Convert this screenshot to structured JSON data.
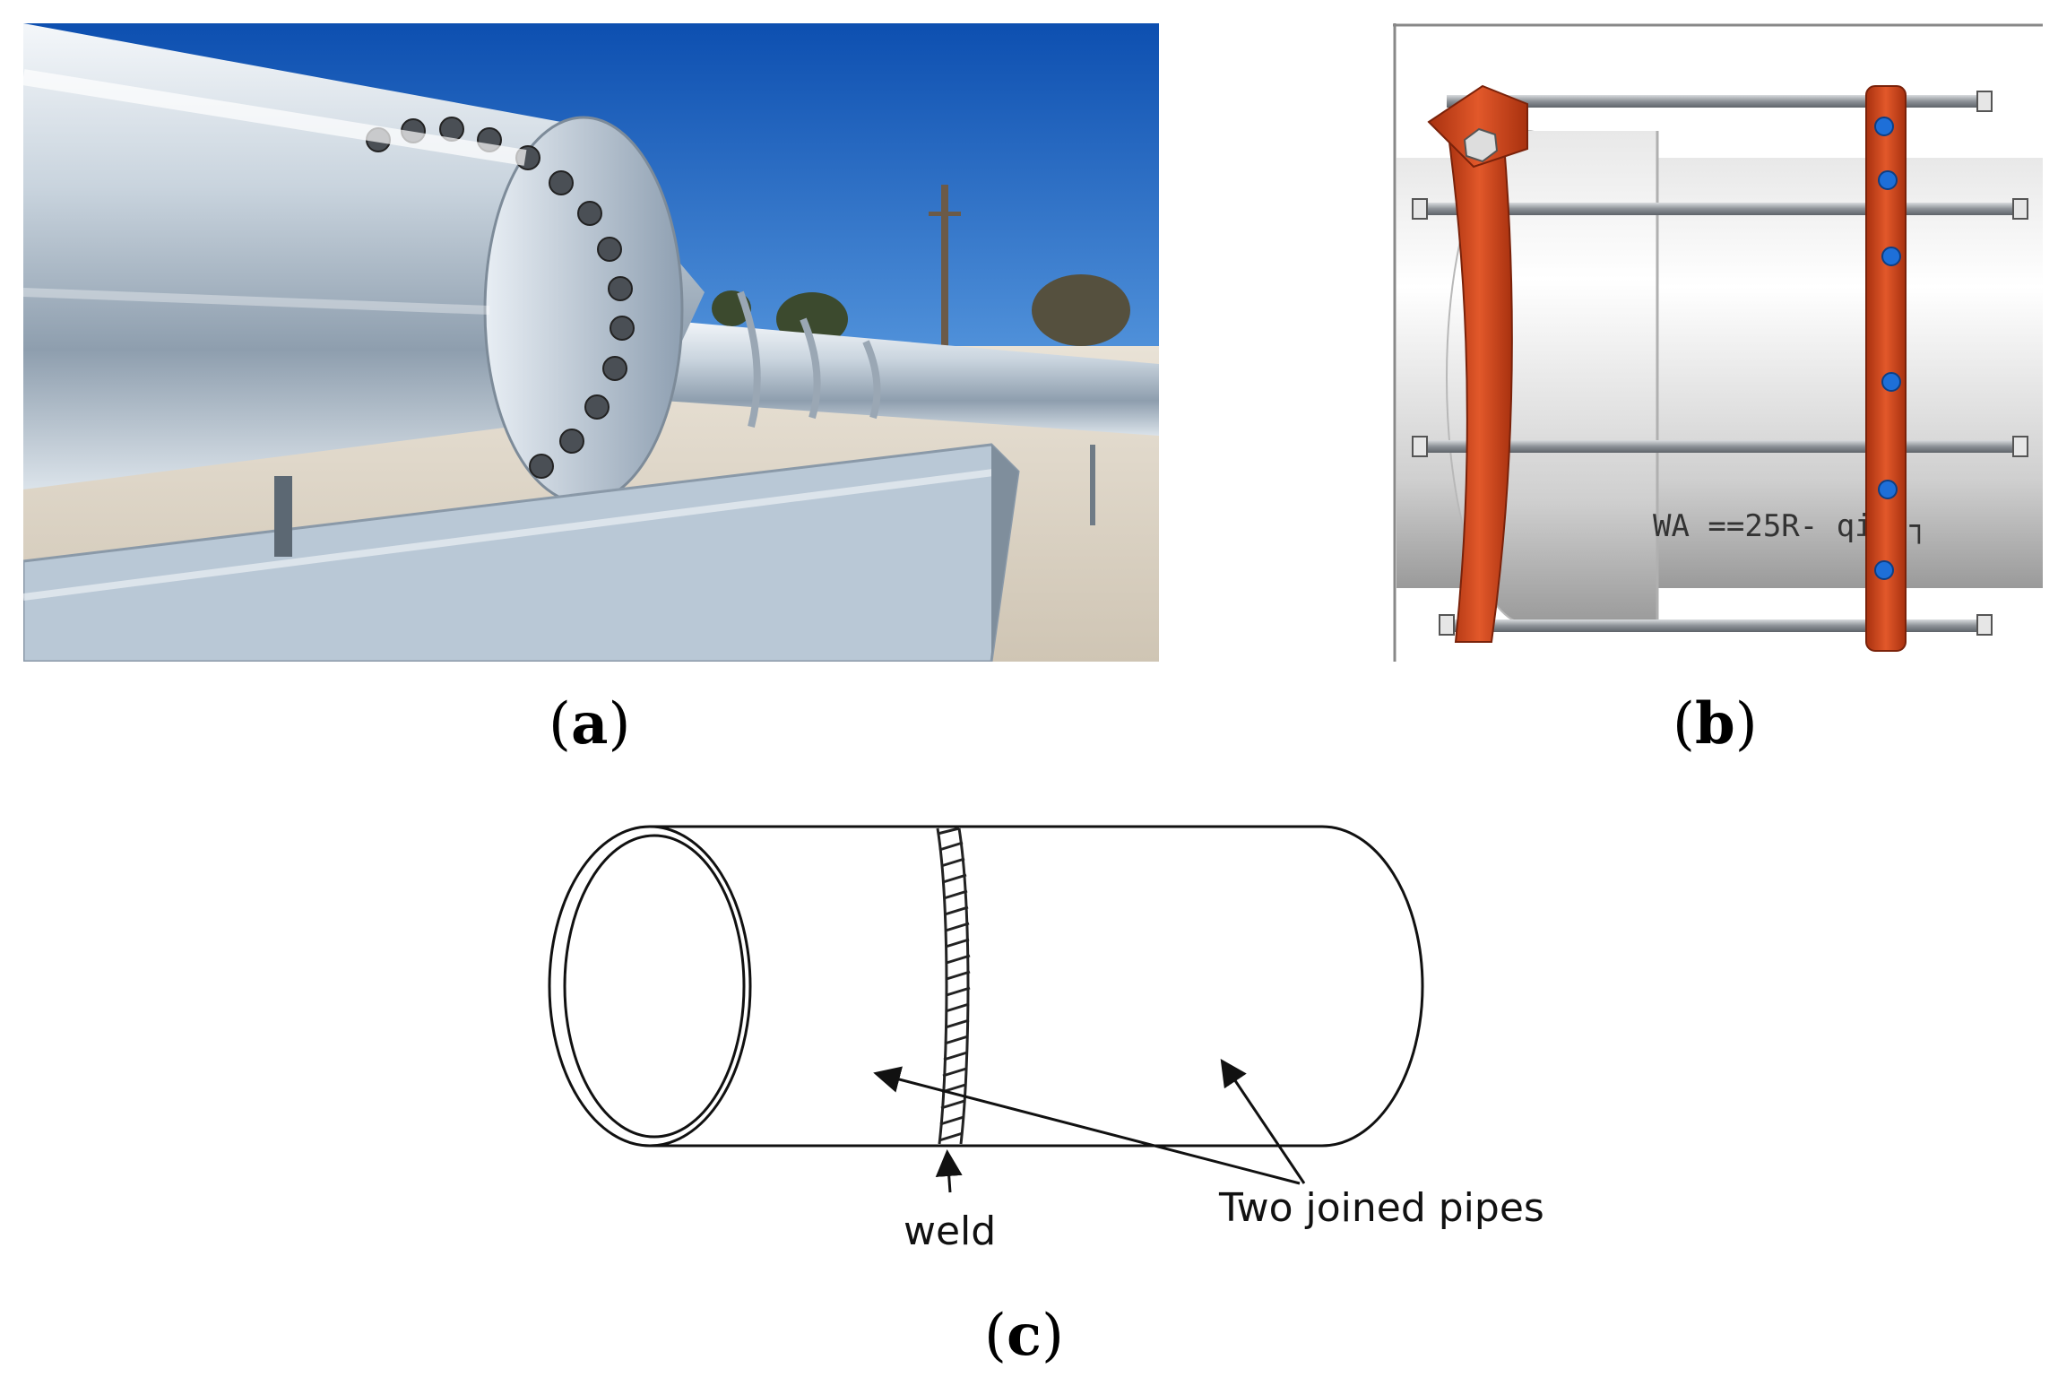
{
  "captions": {
    "a": {
      "open": "(",
      "letter": "a",
      "close": ")"
    },
    "b": {
      "open": "(",
      "letter": "b",
      "close": ")"
    },
    "c": {
      "open": "(",
      "letter": "c",
      "close": ")"
    }
  },
  "panel_c": {
    "weld_label": "weld",
    "pipes_label": "Two joined pipes"
  },
  "panel_b": {
    "pipe_marking": "WA ==25R- qiq ┐"
  },
  "colors": {
    "sky": "#1a5fbf",
    "pipe": "#dfe6ee",
    "coupling": "#d2461c",
    "bolt_blue": "#1e6fd8",
    "rod": "#9aa0a6"
  }
}
